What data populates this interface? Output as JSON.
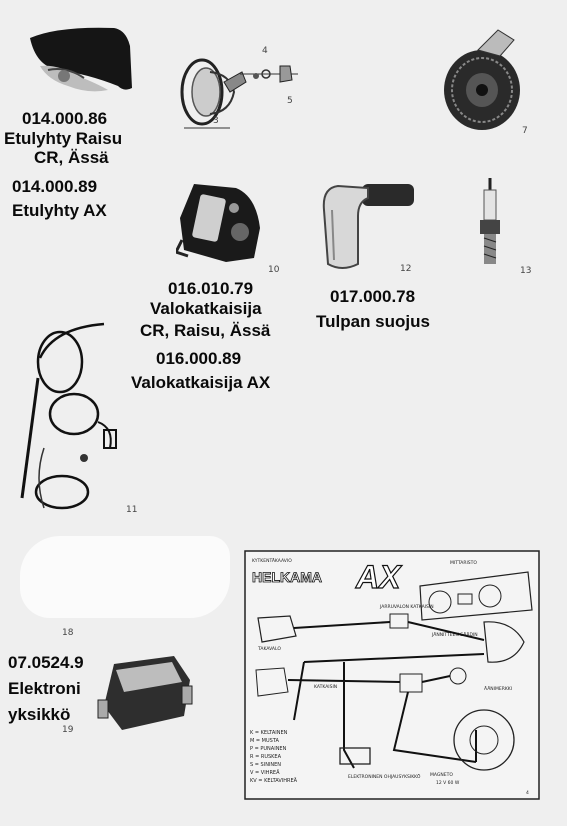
{
  "labels": {
    "headlight_code": "014.000.86",
    "headlight_name1": "Etulyhty Raisu",
    "headlight_name2": "CR, Ässä",
    "headlight_ax_code": "014.000.89",
    "headlight_ax_name": "Etulyhty AX",
    "switch_code": "016.010.79",
    "switch_name1": "Valokatkaisija",
    "switch_name2": "CR, Raisu, Ässä",
    "switch_ax_code": "016.000.89",
    "switch_ax_name": "Valokatkaisija AX",
    "plugcap_code": "017.000.78",
    "plugcap_name": "Tulpan suojus",
    "ecu_code": "07.0524.9",
    "ecu_name1": "Elektroni",
    "ecu_name2": "yksikkö"
  },
  "part_numbers": {
    "n3": "3",
    "n4": "4",
    "n5": "5",
    "n7": "7",
    "n10": "10",
    "n11": "11",
    "n12": "12",
    "n13": "13",
    "n18": "18",
    "n19": "19",
    "n4b": "4"
  },
  "wiring_diagram": {
    "title": "KYTKENTÄKAAVIO",
    "brand": "HELKAMA",
    "model": "AX",
    "meter": "MITTARISTO",
    "stop_switch": "JARRUVALON KATKAISIN",
    "tail_light": "TAKAVALO",
    "brake": "KATKAISIN",
    "regulator": "JÄNNITTEEN SÄÄDIN",
    "horn": "ÄÄNIMERKKI",
    "ecu": "ELEKTRONINEN OHJAUSYKSIKKÖ",
    "magneto": "MAGNETO",
    "magneto_spec": "12 V  60 W",
    "color_legend": [
      "K = KELTAINEN",
      "M = MUSTA",
      "P = PUNAINEN",
      "R = RUSKEA",
      "S = SININEN",
      "V = VIHREÄ",
      "KV = KELTAVIHREÄ"
    ]
  }
}
